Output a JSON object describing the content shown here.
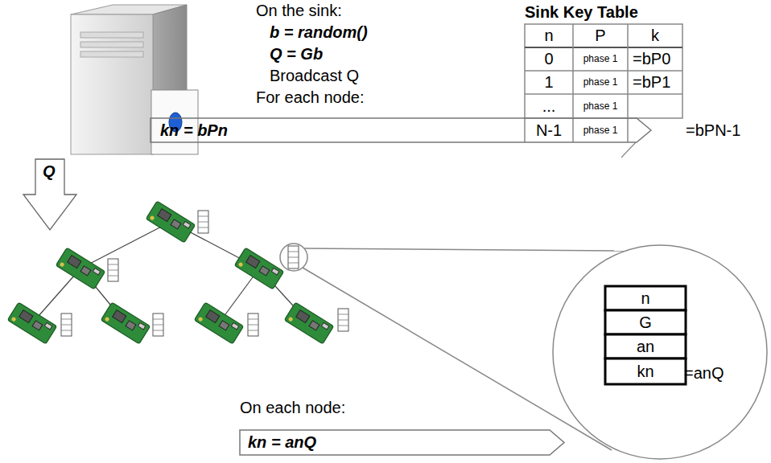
{
  "diagram": {
    "nodes": [
      {
        "text": [
          "kn = bPn"
        ]
      },
      {
        "text": [
          "kn = anQ"
        ]
      },
      {
        "text": [
          "=anQ"
        ]
      },
      {
        "text": [
          "n"
        ],
        "in": 2
      },
      {
        "text": [
          "G"
        ],
        "in": 2
      },
      {
        "text": [
          "an"
        ],
        "in": 2
      },
      {
        "text": [
          "kn"
        ],
        "in": 2
      }
    ],
    "labels": [
      "On the sink:",
      "b = random()",
      "Q = Gb",
      "Broadcast Q",
      "For each node:",
      "Sink Key Table",
      "n",
      "P",
      "k",
      "0",
      "phase 1",
      "=bP0",
      "1",
      "phase 1",
      "=bP1",
      "...",
      "phase 1",
      "N-1",
      "phase 1",
      "=bPN-1",
      "Q",
      "On each node:"
    ]
  }
}
